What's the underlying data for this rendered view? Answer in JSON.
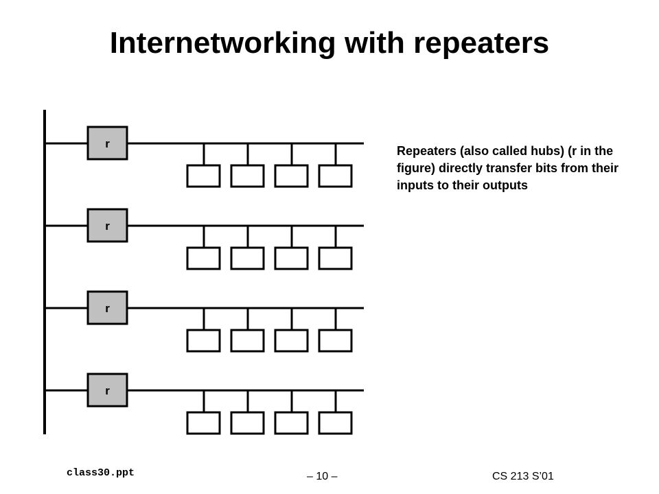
{
  "slide": {
    "title": "Internetworking with repeaters",
    "description": "Repeaters (also called hubs) (r in the figure) directly transfer bits from their inputs to their outputs",
    "footer_left": "class30.ppt",
    "footer_center": "– 10 –",
    "footer_right": "CS 213 S’01"
  },
  "diagram": {
    "segments": [
      {
        "repeater_label": "r",
        "hosts": 4
      },
      {
        "repeater_label": "r",
        "hosts": 4
      },
      {
        "repeater_label": "r",
        "hosts": 4
      },
      {
        "repeater_label": "r",
        "hosts": 4
      }
    ],
    "colors": {
      "repeater_fill": "#c0c0c0",
      "line": "#000000",
      "host_fill": "#ffffff"
    }
  }
}
